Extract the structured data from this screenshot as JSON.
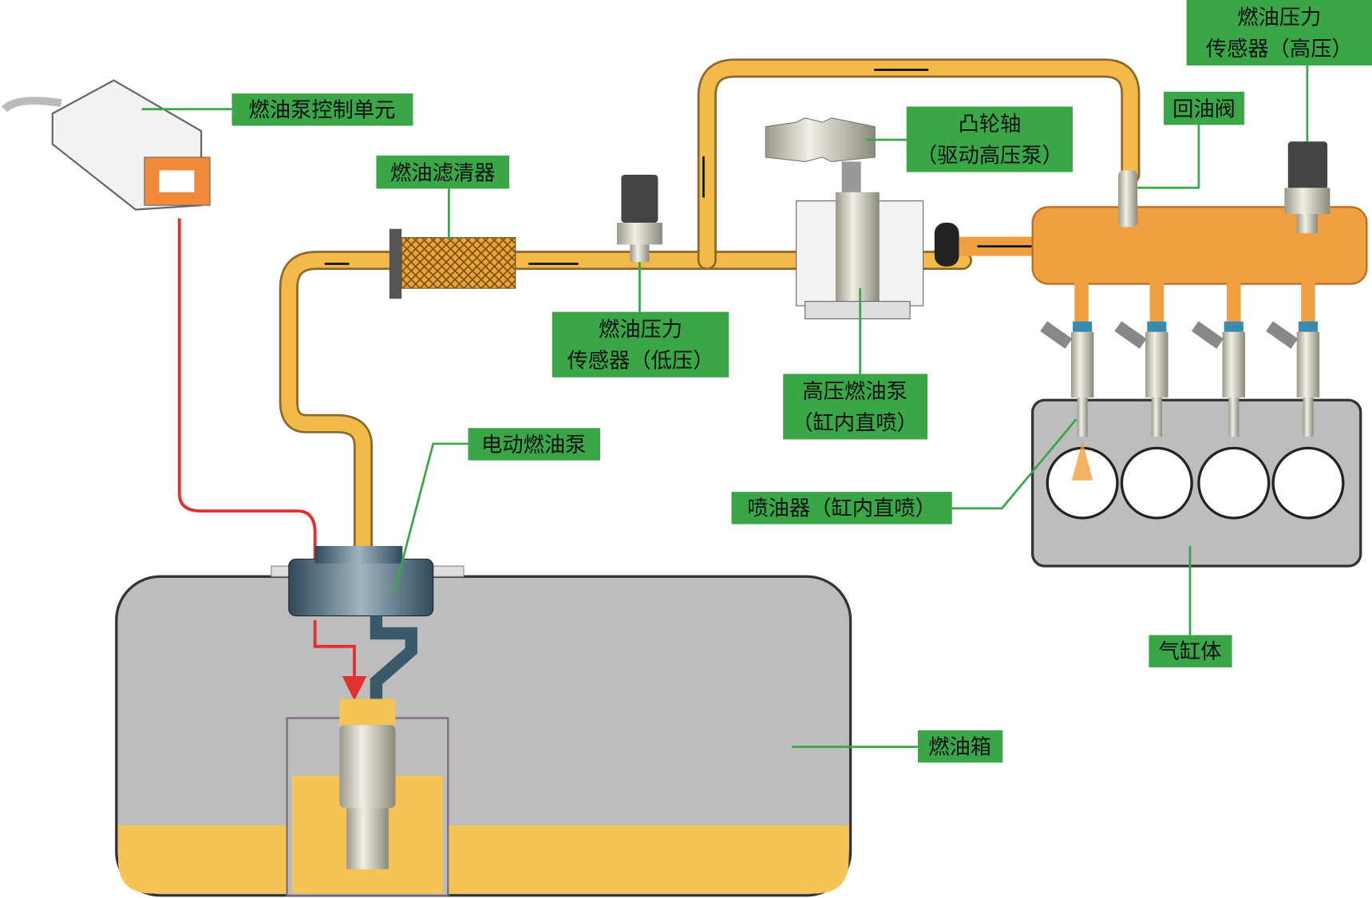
{
  "labels": {
    "control_unit": "燃油泵控制单元",
    "filter": "燃油滤清器",
    "low_sensor_1": "燃油压力",
    "low_sensor_2": "传感器（低压）",
    "camshaft_1": "凸轮轴",
    "camshaft_2": "（驱动高压泵）",
    "return_valve": "回油阀",
    "high_sensor_1": "燃油压力",
    "high_sensor_2": "传感器（高压）",
    "hp_pump_1": "高压燃油泵",
    "hp_pump_2": "（缸内直喷）",
    "electric_pump": "电动燃油泵",
    "injector": "喷油器（缸内直喷）",
    "cylinder_block": "气缸体",
    "fuel_tank": "燃油箱"
  },
  "colors": {
    "label_bg": "#3aa648",
    "fuel": "#f3b94a",
    "rail": "#f0a040",
    "wire": "#e03030",
    "tank": "#bdbdbd"
  }
}
